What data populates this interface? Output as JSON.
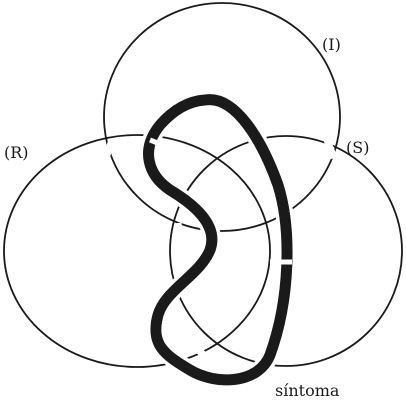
{
  "labels": {
    "imaginary": "(I)",
    "real": "(R)",
    "symbolic": "(S)",
    "symptom": "síntoma"
  },
  "colors": {
    "ink": "#1a1a1a",
    "background": "#ffffff"
  }
}
